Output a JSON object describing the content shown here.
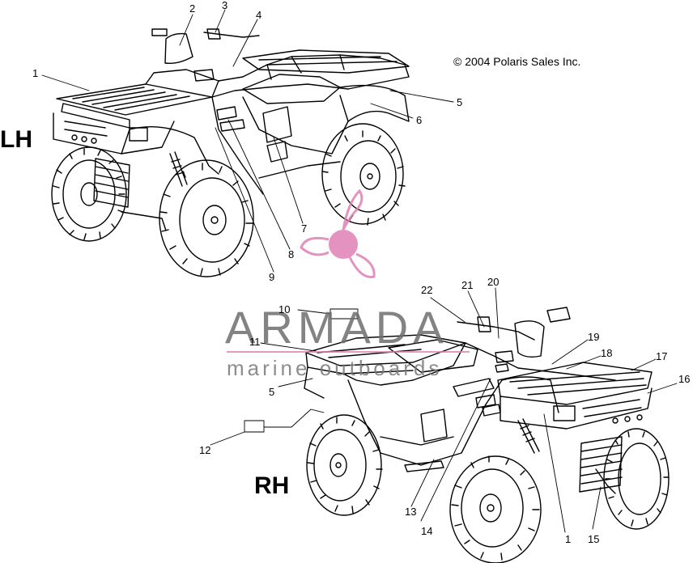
{
  "copyright": "© 2004 Polaris Sales Inc.",
  "views": {
    "left": "LH",
    "right": "RH"
  },
  "watermark": {
    "brand": "ARMADA",
    "subtitle": "marine outboards",
    "accent_color": "#e07fb4"
  },
  "callouts_lh": [
    "1",
    "2",
    "3",
    "4",
    "5",
    "6",
    "7",
    "8",
    "9"
  ],
  "callouts_rh": [
    "10",
    "11",
    "5",
    "12",
    "13",
    "14",
    "1",
    "15",
    "16",
    "17",
    "18",
    "19",
    "20",
    "21",
    "22"
  ]
}
